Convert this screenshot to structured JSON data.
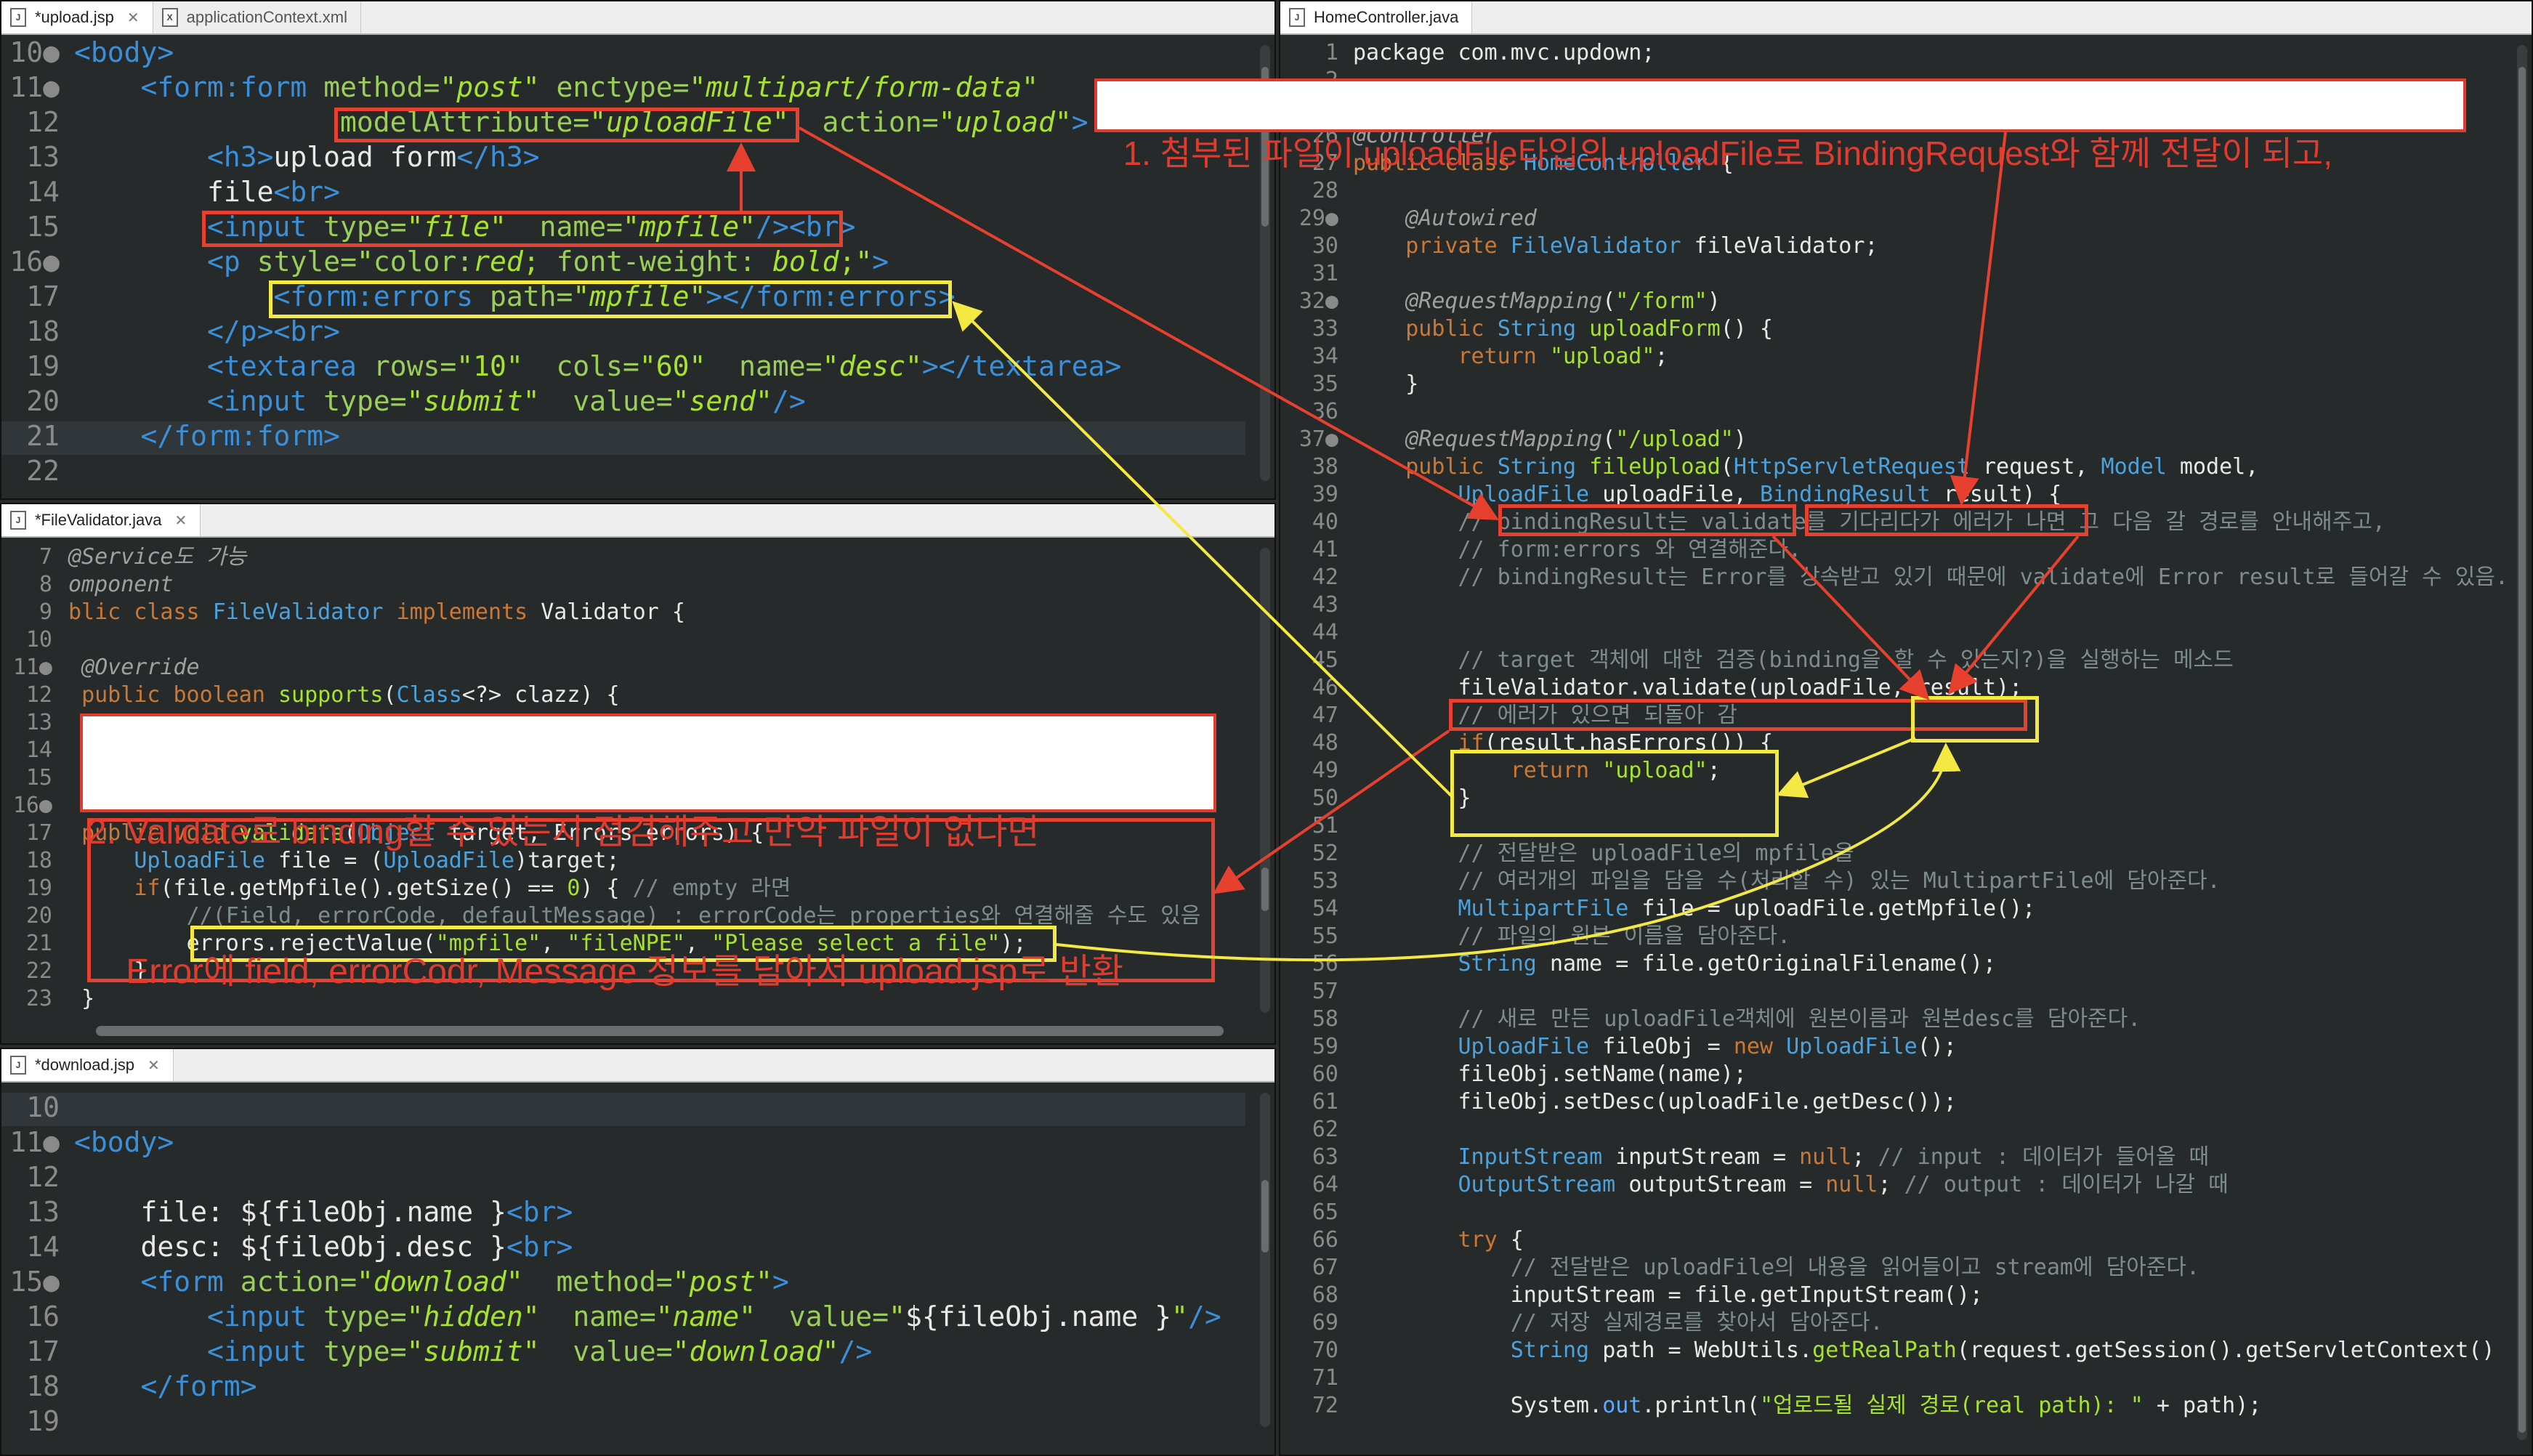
{
  "tabs": {
    "upload_jsp": "*upload.jsp",
    "app_context": "applicationContext.xml",
    "home_controller": "HomeController.java",
    "file_validator": "*FileValidator.java",
    "download_jsp": "*download.jsp"
  },
  "notes": {
    "note1": "1. 첨부된 파일이 uploadFile타입의 uploadFile로 BindingRequest와 함께 전달이 되고,",
    "note2_line1": "2. Validate로 binding할 수 있는지 점검해주고 만약 파일이 없다면",
    "note2_line2": "    Error에 field, errorCodr, Message 정보를 담아서 upload.jsp로 반환"
  },
  "colors": {
    "annotation_red": "#e8402e",
    "annotation_yellow": "#f4e842",
    "editor_bg": "#262a2b"
  }
}
